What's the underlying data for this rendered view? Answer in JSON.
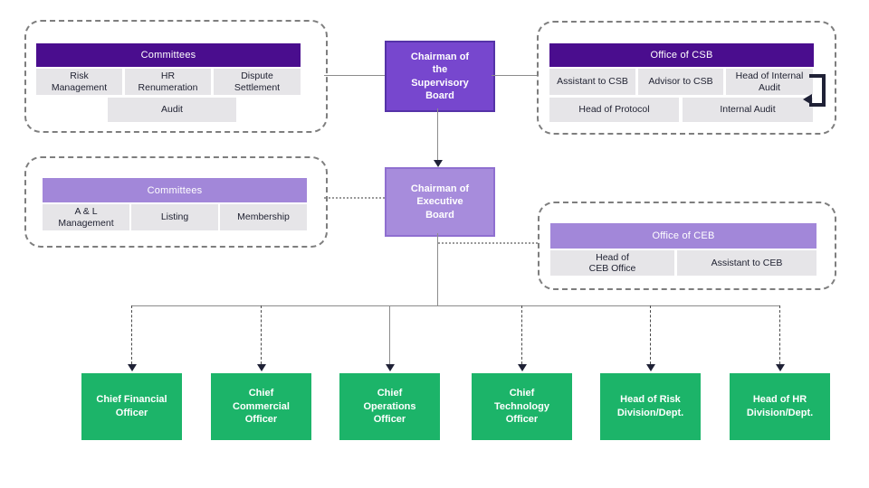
{
  "diagram": {
    "type": "org-chart",
    "colors": {
      "dark_purple_header": "#4A0D8E",
      "medium_purple_node": "#7747CE",
      "light_purple_header": "#A287D9",
      "light_purple_node": "#A78CDC",
      "cell_gray": "#E6E5E8",
      "executive_green": "#1CB469",
      "connector_gray": "#8C8C8C",
      "arrow_black": "#1F2136"
    },
    "nodes": {
      "chairman_supervisory": {
        "label": [
          "Chairman of",
          "the",
          "Supervisory",
          "Board"
        ]
      },
      "chairman_executive": {
        "label": [
          "Chairman of",
          "Executive",
          "Board"
        ]
      }
    },
    "groups": {
      "supervisory_committees": {
        "title": "Committees",
        "cells": {
          "risk": [
            "Risk",
            "Management"
          ],
          "hr": [
            "HR",
            "Renumeration"
          ],
          "dispute": [
            "Dispute",
            "Settlement"
          ],
          "audit": "Audit"
        }
      },
      "office_csb": {
        "title": "Office of CSB",
        "cells": {
          "assistant": "Assistant to CSB",
          "advisor": "Advisor to CSB",
          "head_internal_audit": [
            "Head of Internal",
            "Audit"
          ],
          "head_protocol": "Head of Protocol",
          "internal_audit": "Internal Audit"
        }
      },
      "executive_committees": {
        "title": "Committees",
        "cells": {
          "al_management": [
            "A & L",
            "Management"
          ],
          "listing": "Listing",
          "membership": "Membership"
        }
      },
      "office_ceb": {
        "title": "Office of CEB",
        "cells": {
          "head_ceb_office": [
            "Head of",
            "CEB Office"
          ],
          "assistant_ceb": "Assistant to CEB"
        }
      }
    },
    "executives": [
      [
        "Chief Financial",
        "Officer"
      ],
      [
        "Chief",
        "Commercial",
        "Officer"
      ],
      [
        "Chief",
        "Operations",
        "Officer"
      ],
      [
        "Chief",
        "Technology",
        "Officer"
      ],
      [
        "Head of Risk",
        "Division/Dept."
      ],
      [
        "Head of HR",
        "Division/Dept."
      ]
    ]
  }
}
